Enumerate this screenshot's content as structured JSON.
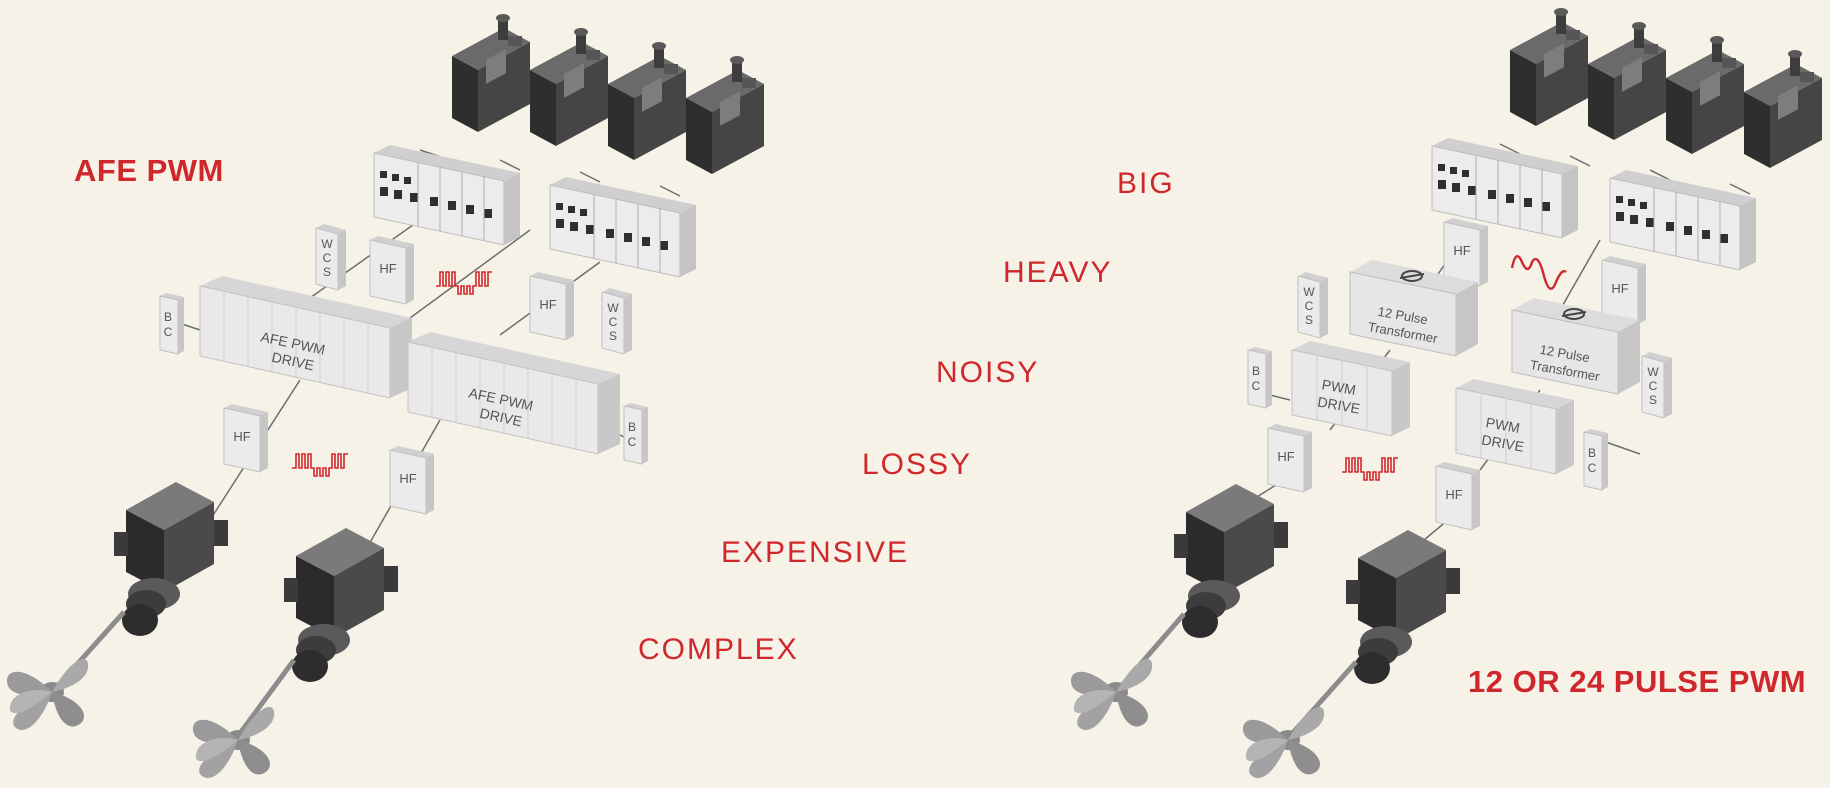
{
  "left_title": "AFE PWM",
  "right_title": "12 OR 24 PULSE PWM",
  "attributes": [
    "BIG",
    "HEAVY",
    "NOISY",
    "LOSSY",
    "EXPENSIVE",
    "COMPLEX"
  ],
  "labels": {
    "wcs": [
      "W",
      "C",
      "S"
    ],
    "bc": [
      "B",
      "C"
    ],
    "hf": "HF",
    "afe_drive_1": "AFE PWM",
    "afe_drive_2": "DRIVE",
    "pwm_drive_1": "PWM",
    "pwm_drive_2": "DRIVE",
    "transformer_1": "12 Pulse",
    "transformer_2": "Transformer"
  },
  "colors": {
    "accent": "#d0272d",
    "background": "#f7f2e7",
    "equipment": "#3a3a3a",
    "cabinet": "#e4e4e4"
  }
}
